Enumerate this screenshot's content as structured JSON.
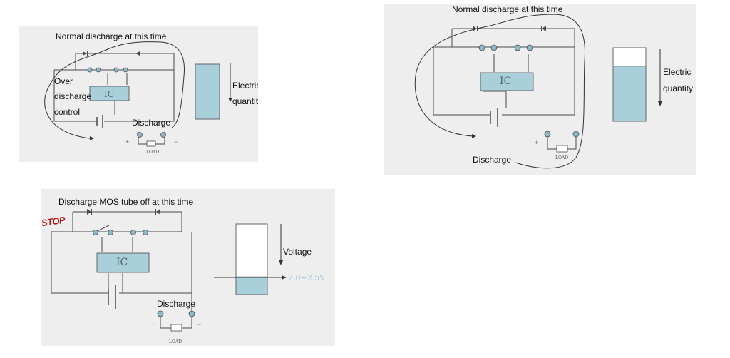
{
  "colors": {
    "background": "#eeeeee",
    "ic_fill": "#a9cfdb",
    "wire": "#4a4a4a",
    "stop_red": "#b01818",
    "voltage_text": "#8fc4d6"
  },
  "panel1": {
    "title": "Normal discharge at this time",
    "side_label_1": "Over",
    "side_label_2": "discharge",
    "side_label_3": "control",
    "ic_label": "IC",
    "discharge_label": "Discharge",
    "plus": "+",
    "minus": "−",
    "load_label": "LOAD",
    "meter_label_1": "Electric",
    "meter_label_2": "quantity",
    "meter_fill": 1.0
  },
  "panel2": {
    "title": "Normal discharge at this time",
    "ic_label": "IC",
    "discharge_label": "Discharge",
    "plus": "+",
    "load_label": "LOAD",
    "meter_label_1": "Electric",
    "meter_label_2": "quantity",
    "meter_fill": 0.75
  },
  "panel3": {
    "title": "Discharge MOS tube off at this time",
    "stop_text": "STOP",
    "ic_label": "IC",
    "discharge_label": "Discharge",
    "plus": "+",
    "minus": "−",
    "load_label": "LOAD",
    "meter_label": "Voltage",
    "voltage_value": "2.0~2.5V",
    "meter_fill": 0.25
  }
}
